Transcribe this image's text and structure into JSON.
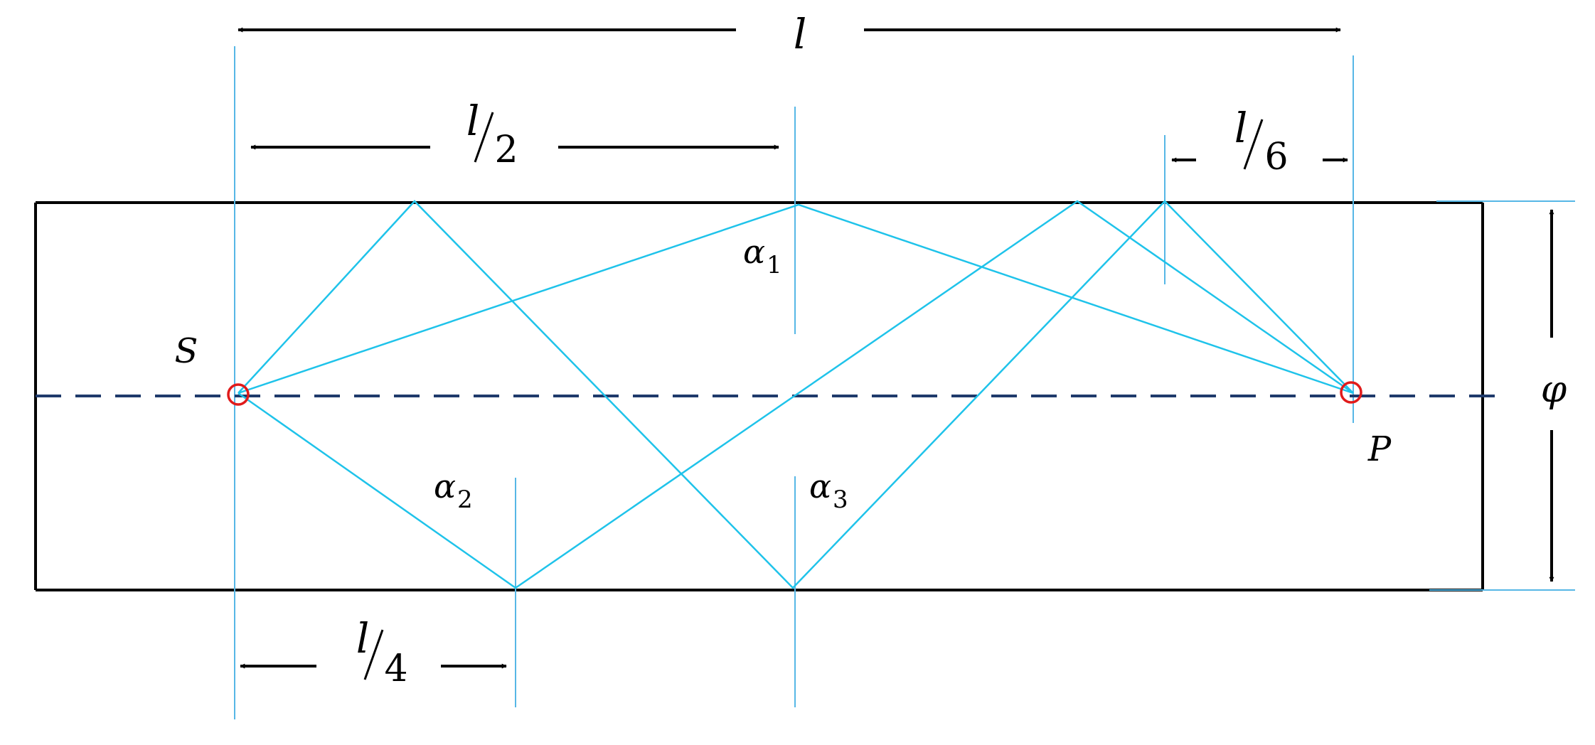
{
  "colors": {
    "outline": "#000000",
    "ray": "#1fc3ea",
    "guide": "#56b7e6",
    "axis": "#1f3a6b",
    "marker": "#e01b1b",
    "arrow": "#000000"
  },
  "labels": {
    "length_total": "l",
    "half_num": "l",
    "half_den": "2",
    "sixth_num": "l",
    "sixth_den": "6",
    "quarter_num": "l",
    "quarter_den": "4",
    "source": "S",
    "receiver": "P",
    "diameter": "φ",
    "alpha1_base": "α",
    "alpha1_sub": "1",
    "alpha2_base": "α",
    "alpha2_sub": "2",
    "alpha3_base": "α",
    "alpha3_sub": "3"
  },
  "icons": {
    "source_marker": "red-circle",
    "receiver_marker": "red-circle"
  }
}
